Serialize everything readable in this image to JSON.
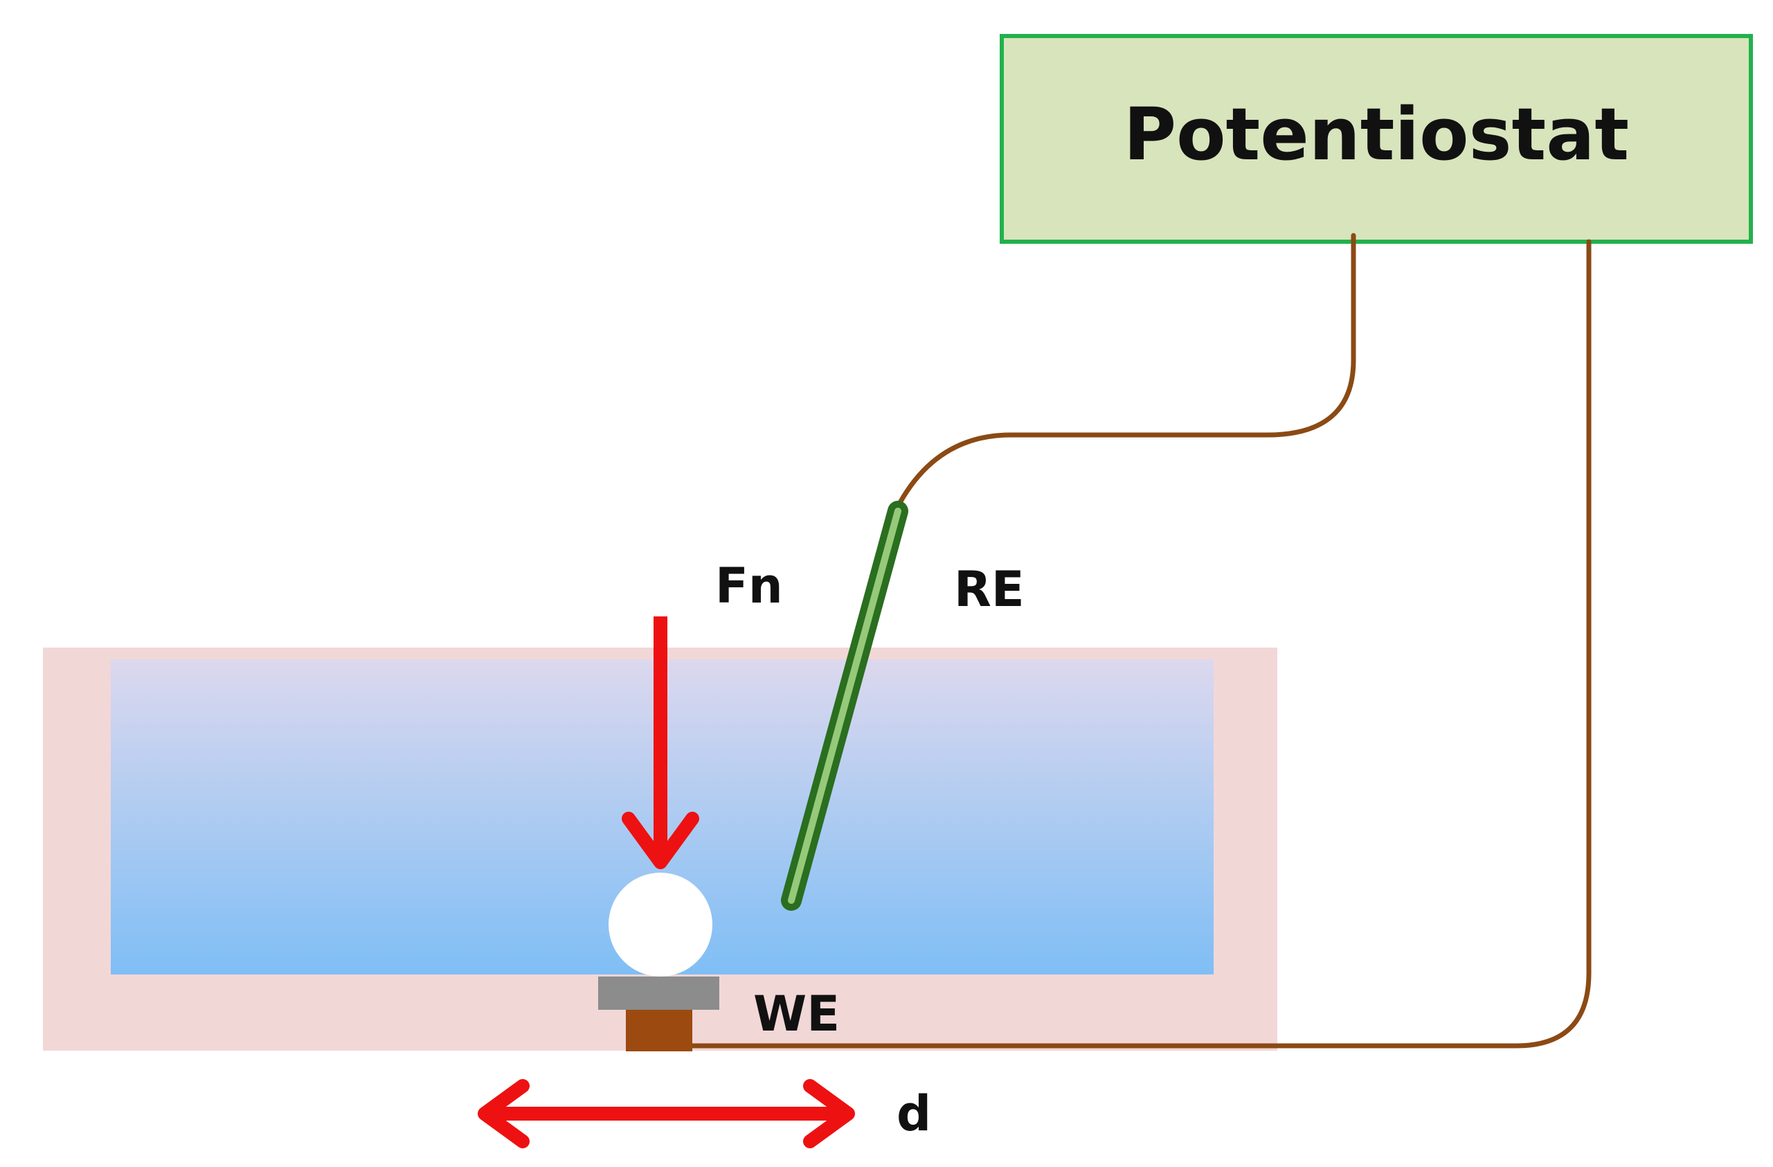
{
  "labels": {
    "potentiostat": "Potentiostat",
    "normal_force": "Fn",
    "reference_electrode": "RE",
    "working_electrode": "WE",
    "displacement": "d"
  },
  "colors": {
    "potentiostat_fill": "#d8e4bc",
    "potentiostat_border": "#22b14c",
    "cell_wall": "#f2d7d7",
    "electrolyte_top": "#dcd8ee",
    "electrolyte_bottom": "#7fbef5",
    "wire": "#8b4a14",
    "arrow": "#ee1111",
    "reference_electrode": "#3e8e2e",
    "specimen_plate": "#8c8c8c",
    "working_electrode": "#9c4a10",
    "ball": "#ffffff"
  },
  "icons": {
    "ball": "ball-icon",
    "arrow_down": "arrow-down-icon",
    "arrow_double": "double-arrow-icon"
  }
}
